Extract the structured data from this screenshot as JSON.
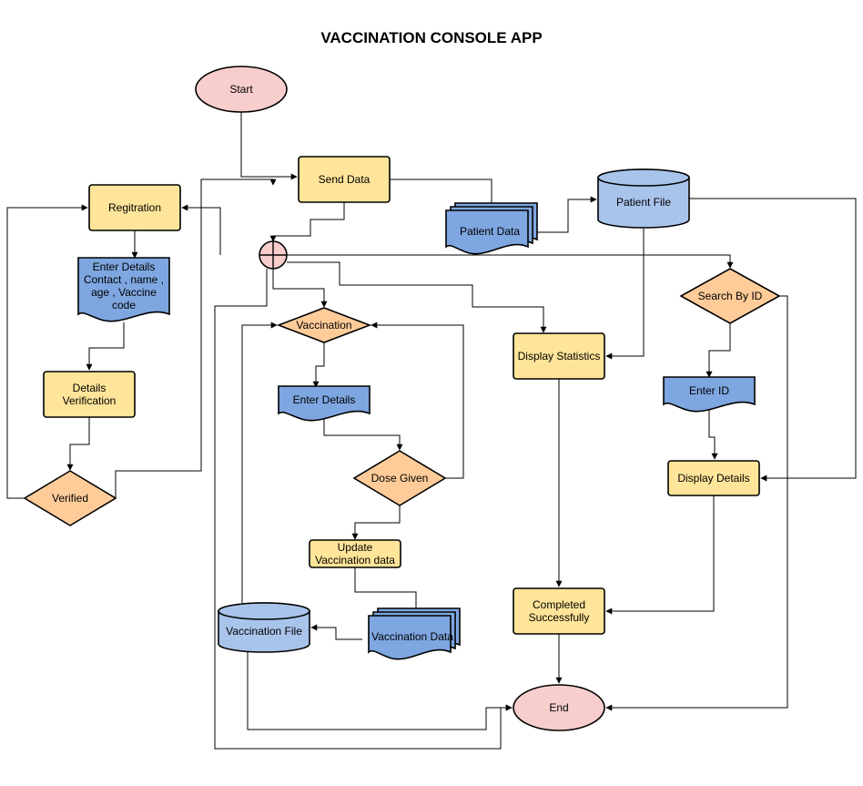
{
  "title": "VACCINATION CONSOLE APP",
  "colors": {
    "terminal_fill": "#f8cecc",
    "process_fill": "#ffe599",
    "document_fill": "#7ea6e0",
    "database_fill": "#a9c4eb",
    "decision_fill": "#ffcc99",
    "edge": "#000000"
  },
  "nodes": {
    "start": {
      "label": "Start"
    },
    "send_data": {
      "label": "Send Data"
    },
    "registration": {
      "label": "Regitration"
    },
    "enter_details_reg": {
      "label": "Enter Details Contact , name , age , Vaccine code",
      "lines": [
        "Enter Details",
        "Contact , name ,",
        "age , Vaccine",
        "code"
      ]
    },
    "details_verification": {
      "label": "Details Verification",
      "lines": [
        "Details",
        "Verification"
      ]
    },
    "verified": {
      "label": "Verified"
    },
    "patient_data": {
      "label": "Patient Data"
    },
    "patient_file": {
      "label": "Patient File"
    },
    "search_by_id": {
      "label": "Search By ID"
    },
    "enter_id": {
      "label": "Enter ID"
    },
    "display_details": {
      "label": "Display Details"
    },
    "vaccination": {
      "label": "Vaccination"
    },
    "enter_details_vac": {
      "label": "Enter Details"
    },
    "dose_given": {
      "label": "Dose Given"
    },
    "update_vaccination": {
      "label": "Update Vaccination data",
      "lines": [
        "Update",
        "Vaccination data"
      ]
    },
    "vaccination_data": {
      "label": "Vaccination Data"
    },
    "vaccination_file": {
      "label": "Vaccination File"
    },
    "display_statistics": {
      "label": "Display Statistics"
    },
    "completed": {
      "label": "Completed Successfully",
      "lines": [
        "Completed",
        "Successfully"
      ]
    },
    "end": {
      "label": "End"
    },
    "junction": {
      "label": ""
    }
  },
  "edges": [
    {
      "from": "start",
      "to": "send_data"
    },
    {
      "from": "send_data",
      "to": "patient_data"
    },
    {
      "from": "send_data",
      "to": "junction"
    },
    {
      "from": "patient_data",
      "to": "patient_file"
    },
    {
      "from": "patient_file",
      "to": "display_statistics"
    },
    {
      "from": "patient_file",
      "to": "display_details"
    },
    {
      "from": "junction",
      "to": "registration"
    },
    {
      "from": "junction",
      "to": "search_by_id"
    },
    {
      "from": "junction",
      "to": "vaccination"
    },
    {
      "from": "junction",
      "to": "display_statistics"
    },
    {
      "from": "junction",
      "to": "end"
    },
    {
      "from": "registration",
      "to": "enter_details_reg"
    },
    {
      "from": "enter_details_reg",
      "to": "details_verification"
    },
    {
      "from": "details_verification",
      "to": "verified"
    },
    {
      "from": "verified",
      "to": "registration"
    },
    {
      "from": "verified",
      "to": "send_data"
    },
    {
      "from": "vaccination",
      "to": "enter_details_vac"
    },
    {
      "from": "enter_details_vac",
      "to": "dose_given"
    },
    {
      "from": "dose_given",
      "to": "update_vaccination"
    },
    {
      "from": "dose_given",
      "to": "vaccination"
    },
    {
      "from": "update_vaccination",
      "to": "vaccination_data"
    },
    {
      "from": "vaccination_data",
      "to": "vaccination_file"
    },
    {
      "from": "vaccination_file",
      "to": "vaccination"
    },
    {
      "from": "vaccination_file",
      "to": "end"
    },
    {
      "from": "search_by_id",
      "to": "enter_id"
    },
    {
      "from": "search_by_id",
      "to": "end"
    },
    {
      "from": "enter_id",
      "to": "display_details"
    },
    {
      "from": "display_details",
      "to": "completed"
    },
    {
      "from": "display_statistics",
      "to": "completed"
    },
    {
      "from": "completed",
      "to": "end"
    }
  ]
}
